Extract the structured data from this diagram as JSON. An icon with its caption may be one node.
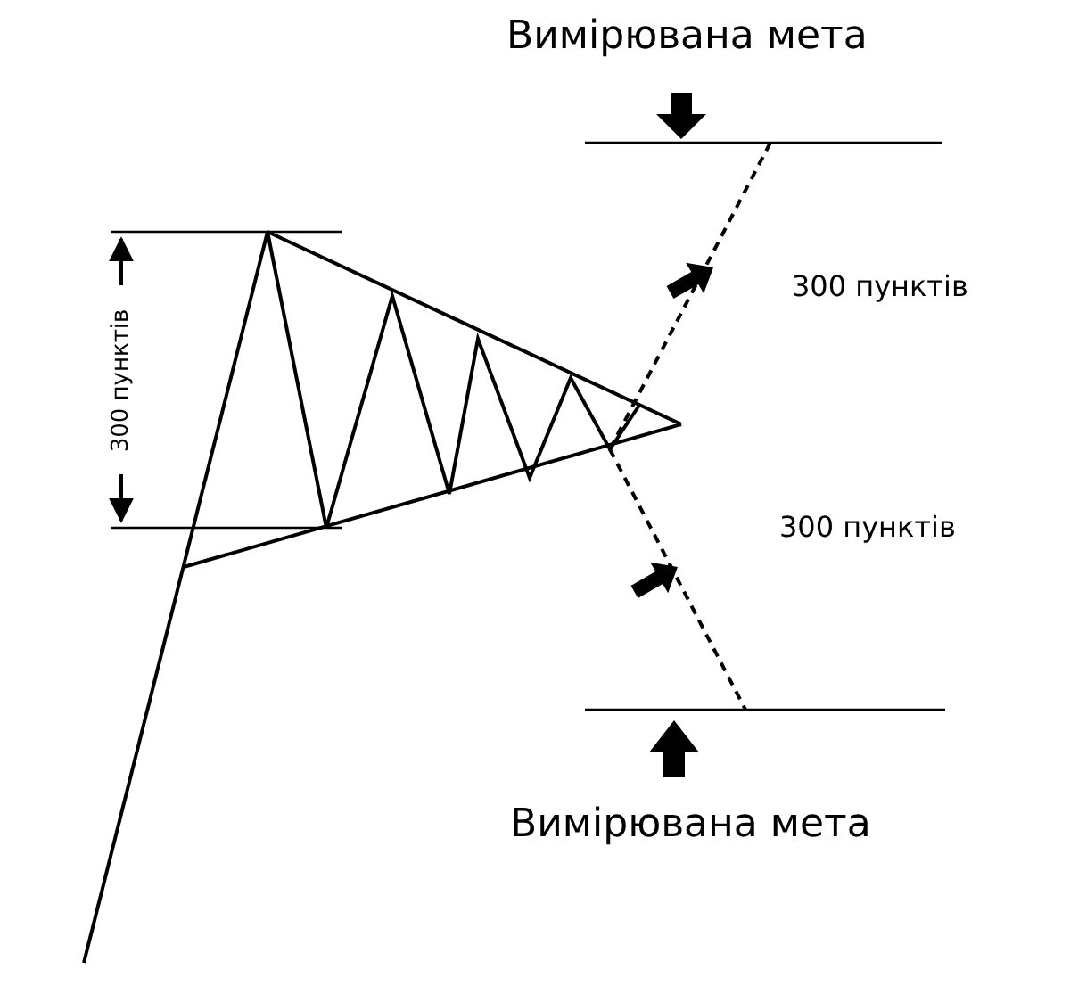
{
  "diagram": {
    "labels": [
      "Вимірювана мета",
      "300 пунктів",
      "300 пунктів",
      "300 пунктів",
      "Вимірювана мета"
    ]
  }
}
